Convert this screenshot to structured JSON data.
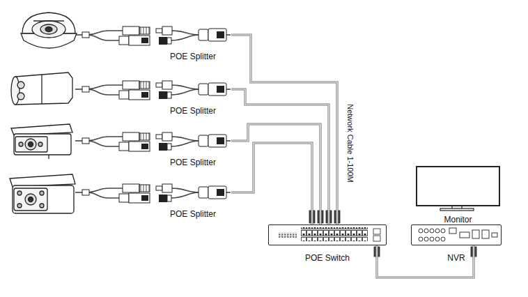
{
  "diagram": {
    "nodes": [
      {
        "text": [
          "POE Splitter"
        ]
      },
      {
        "text": [
          "POE Splitter"
        ]
      },
      {
        "text": [
          "POE Splitter"
        ]
      },
      {
        "text": [
          "POE Splitter"
        ]
      },
      {
        "text": [
          "POE Switch"
        ]
      },
      {
        "text": [
          "NVR"
        ]
      },
      {
        "text": [
          "Monitor"
        ]
      }
    ],
    "edges": [
      {
        "from": 0,
        "to": 4,
        "arrow": "none"
      },
      {
        "from": 1,
        "to": 4,
        "arrow": "none"
      },
      {
        "from": 2,
        "to": 4,
        "arrow": "none"
      },
      {
        "from": 3,
        "to": 4,
        "arrow": "none"
      },
      {
        "from": 4,
        "to": 5,
        "arrow": "none"
      }
    ],
    "labels": [
      "Network Cable 1-100M"
    ]
  }
}
